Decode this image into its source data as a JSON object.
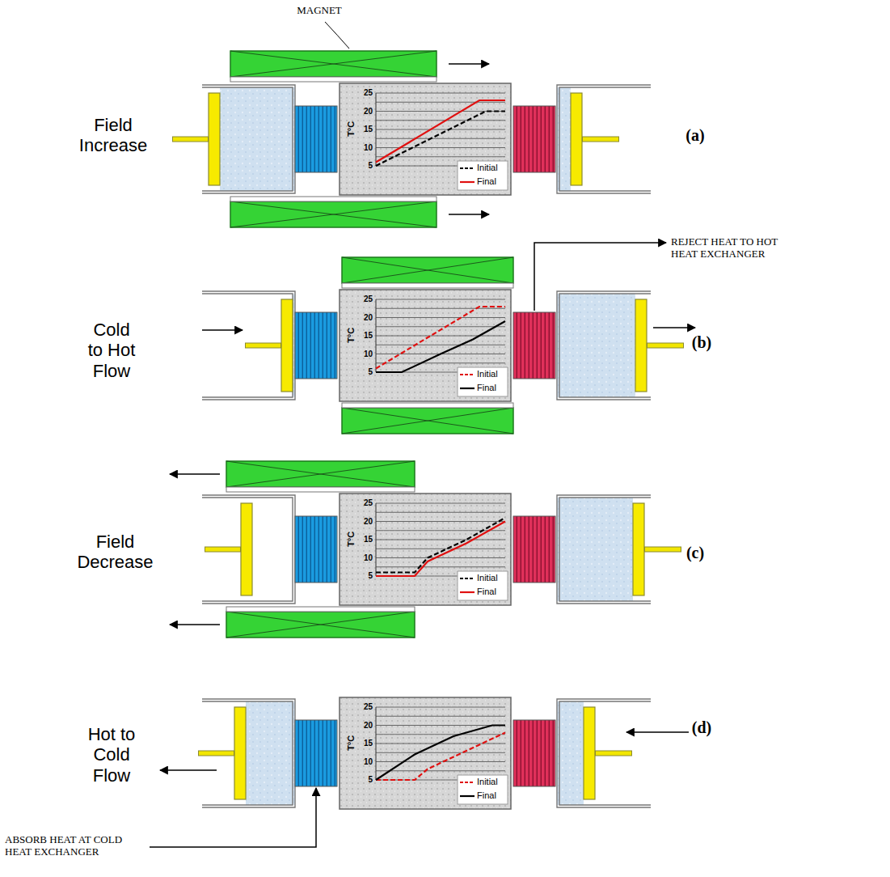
{
  "diagram": {
    "labels": [
      "MAGNET",
      "Field Increase",
      "(a)",
      "Cold to Hot Flow",
      "REJECT HEAT TO HOT HEAT EXCHANGER",
      "(b)",
      "Field Decrease",
      "(c)",
      "Hot to Cold Flow",
      "(d)",
      "ABSORB HEAT AT COLD HEAT EXCHANGER",
      "T°C",
      "25",
      "20",
      "15",
      "10",
      "5",
      "T°C",
      "25",
      "20",
      "15",
      "10",
      "5",
      "T°C",
      "25",
      "20",
      "15",
      "10",
      "5",
      "T°C",
      "25",
      "20",
      "15",
      "10",
      "5"
    ],
    "legend": [
      {
        "text": "Initial"
      },
      {
        "text": "Final"
      },
      {
        "text": "Initial"
      },
      {
        "text": "Final"
      },
      {
        "text": "Initial"
      },
      {
        "text": "Final"
      },
      {
        "text": "Initial"
      },
      {
        "text": "Final"
      }
    ]
  }
}
